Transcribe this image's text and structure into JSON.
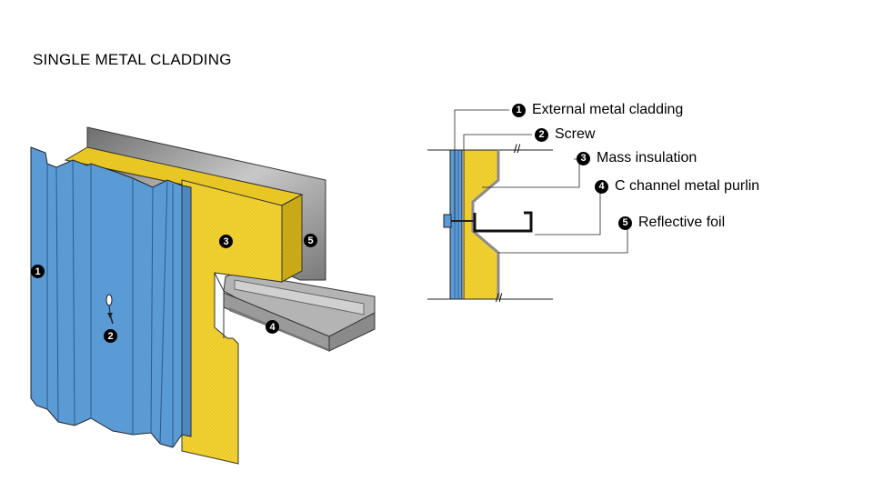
{
  "title": "SINGLE METAL CLADDING",
  "legend": [
    {
      "num": "1",
      "text": "External metal cladding"
    },
    {
      "num": "2",
      "text": "Screw"
    },
    {
      "num": "3",
      "text": "Mass insulation"
    },
    {
      "num": "4",
      "text": "C channel metal purlin"
    },
    {
      "num": "5",
      "text": "Reflective foil"
    }
  ],
  "markers": {
    "m1": "1",
    "m2": "2",
    "m3": "3",
    "m4": "4",
    "m5": "5"
  },
  "break_mark": "//",
  "colors": {
    "cladding": "#5b9bd5",
    "insulation": "#f2d232",
    "purlin": "#b8b8b8",
    "foil": "#8c8c8c",
    "outline": "#222222"
  }
}
